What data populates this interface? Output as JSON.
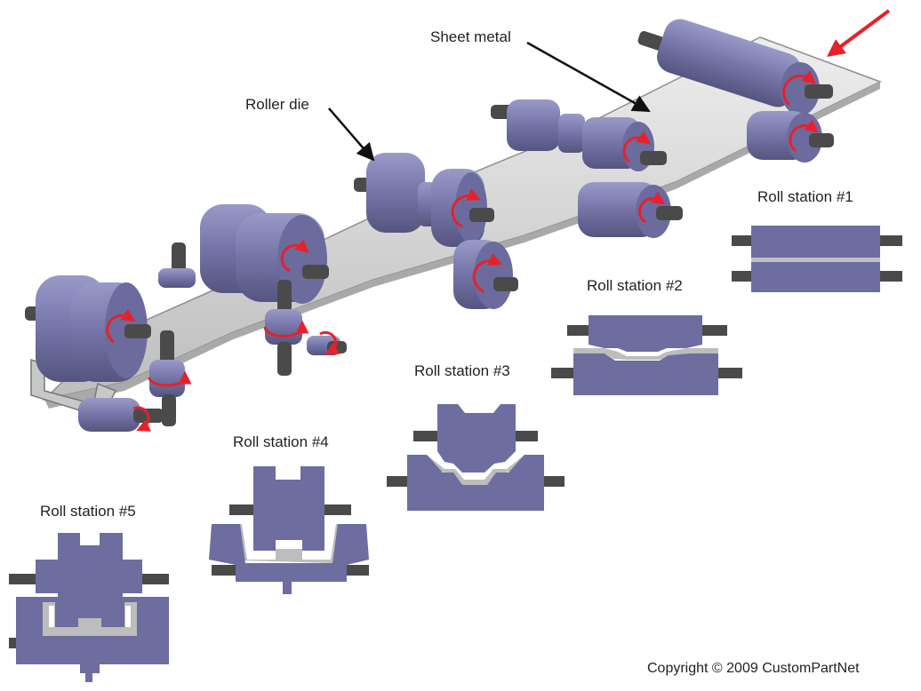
{
  "labels": {
    "sheet_metal": "Sheet metal",
    "roller_die": "Roller die",
    "station_1": "Roll station #1",
    "station_2": "Roll station #2",
    "station_3": "Roll station #3",
    "station_4": "Roll station #4",
    "station_5": "Roll station #5"
  },
  "copyright": "Copyright © 2009 CustomPartNet",
  "colors": {
    "roller": "#7474a8",
    "roller_dark": "#55557f",
    "roller_light": "#9a9ac8",
    "shaft": "#4a4a4a",
    "sheet": "#d6d6d6",
    "sheet_dark": "#a9a9a9",
    "arrow_rotation": "#e8202a",
    "feed_arrow": "#e8202a"
  }
}
